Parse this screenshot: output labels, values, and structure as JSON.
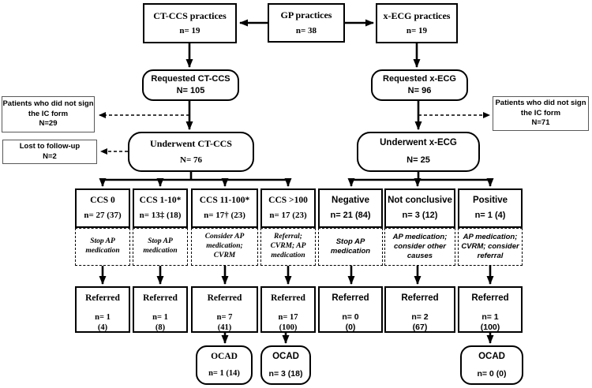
{
  "figure": {
    "type": "flowchart",
    "ink_color": "#000000",
    "side_box_border_color": "#595959",
    "nodes": {
      "top_ct": {
        "title": "CT-CCS practices",
        "value": "n= 19"
      },
      "top_gp": {
        "title": "GP practices",
        "value": "n= 38"
      },
      "top_xecg": {
        "title": "x-ECG practices",
        "value": "n= 19"
      },
      "req_ct": {
        "title": "Requested CT-CCS",
        "value": "N= 105"
      },
      "req_xecg": {
        "title": "Requested x-ECG",
        "value": "N= 96"
      },
      "ic_left": {
        "line1": "Patients who did not sign",
        "line2": "the IC form",
        "value": "N=29"
      },
      "lost": {
        "line1": "Lost to follow-up",
        "value": "N=2"
      },
      "ic_right": {
        "line1": "Patients who did not sign",
        "line2": "the IC form",
        "value": "N=71"
      },
      "und_ct": {
        "title": "Underwent CT-CCS",
        "value": "N= 76"
      },
      "und_xecg": {
        "title": "Underwent x-ECG",
        "value": "N= 25"
      }
    },
    "columns": [
      {
        "result": "CCS 0",
        "n": "n= 27 (37)",
        "advice": [
          "Stop AP",
          "medication"
        ],
        "ref_title": "Referred",
        "ref_n": "n= 1",
        "ref_pct": "(4)"
      },
      {
        "result": "CCS 1-10*",
        "n": "n= 13‡ (18)",
        "advice": [
          "Stop AP",
          "medication"
        ],
        "ref_title": "Referred",
        "ref_n": "n= 1",
        "ref_pct": "(8)"
      },
      {
        "result": "CCS 11-100*",
        "n": "n= 17† (23)",
        "advice": [
          "Consider AP",
          "medication;",
          "CVRM"
        ],
        "ref_title": "Referred",
        "ref_n": "n= 7",
        "ref_pct": "(41)"
      },
      {
        "result": "CCS >100",
        "n": "n= 17 (23)",
        "advice": [
          "Referral;",
          "CVRM; AP",
          "medication"
        ],
        "ref_title": "Referred",
        "ref_n": "n= 17",
        "ref_pct": "(100)"
      },
      {
        "result": "Negative",
        "n": "n= 21 (84)",
        "advice": [
          "Stop AP",
          "medication"
        ],
        "ref_title": "Referred",
        "ref_n": "n= 0",
        "ref_pct": "(0)"
      },
      {
        "result": "Not conclusive",
        "n": "n= 3 (12)",
        "advice": [
          "AP medication;",
          "consider other",
          "causes"
        ],
        "ref_title": "Referred",
        "ref_n": "n= 2",
        "ref_pct": "(67)"
      },
      {
        "result": "Positive",
        "n": "n= 1 (4)",
        "advice": [
          "AP medication;",
          "CVRM; consider",
          "referral"
        ],
        "ref_title": "Referred",
        "ref_n": "n= 1",
        "ref_pct": "(100)"
      }
    ],
    "ocad": [
      {
        "title": "OCAD",
        "value": "n= 1 (14)"
      },
      {
        "title": "OCAD",
        "value": "n= 3 (18)"
      },
      {
        "title": "OCAD",
        "value": "n= 0 (0)"
      }
    ]
  }
}
